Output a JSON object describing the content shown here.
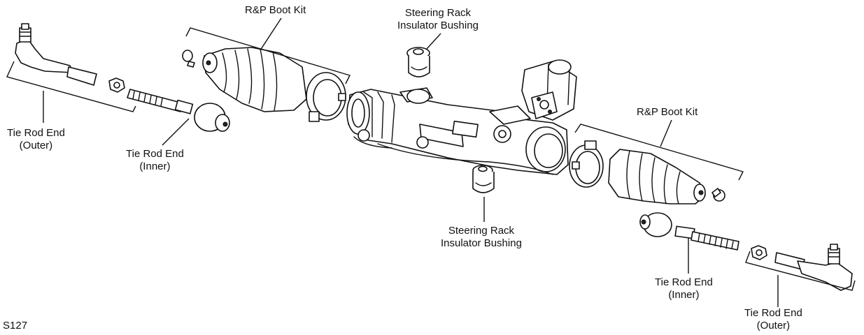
{
  "labels": {
    "boot_kit_left": "R&P Boot Kit",
    "boot_kit_right": "R&P Boot Kit",
    "bushing_top": [
      "Steering Rack",
      "Insulator Bushing"
    ],
    "bushing_bottom": [
      "Steering Rack",
      "Insulator Bushing"
    ],
    "tie_rod_outer_left": [
      "Tie Rod End",
      "(Outer)"
    ],
    "tie_rod_inner_left": [
      "Tie Rod End",
      "(Inner)"
    ],
    "tie_rod_inner_right": [
      "Tie Rod End",
      "(Inner)"
    ],
    "tie_rod_outer_right": [
      "Tie Rod End",
      "(Outer)"
    ]
  },
  "figure_code": "S127"
}
